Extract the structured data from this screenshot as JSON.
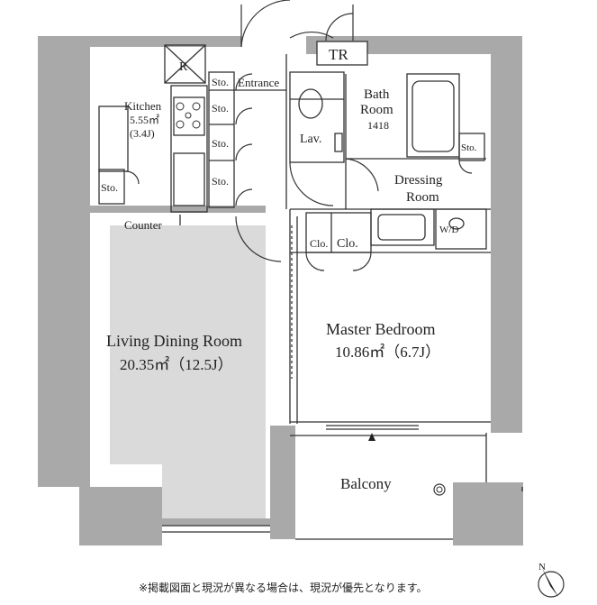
{
  "rooms": {
    "kitchen": {
      "name": "Kitchen",
      "area": "5.55㎡",
      "tatami": "(3.4J)"
    },
    "ldk": {
      "name": "Living Dining Room",
      "area": "20.35㎡（12.5J）"
    },
    "master": {
      "name": "Master Bedroom",
      "area": "10.86㎡（6.7J）"
    },
    "bath": {
      "name_line1": "Bath",
      "name_line2": "Room",
      "size": "1418"
    },
    "dressing": {
      "name_line1": "Dressing",
      "name_line2": "Room"
    },
    "balcony": {
      "name": "Balcony"
    },
    "entrance": {
      "name": "Entrance"
    },
    "lav": {
      "name": "Lav."
    }
  },
  "labels": {
    "refrigerator": "R",
    "trunk_room": "TR",
    "storage": "Sto.",
    "closet": "Clo.",
    "washer_dryer": "W/D",
    "counter": "Counter",
    "compass": "N"
  },
  "footnote": "※掲載図面と現況が異なる場合は、現況が優先となります。",
  "colors": {
    "wall": "#a9a9a9",
    "floor_tint": "#dadada",
    "line": "#333333"
  }
}
